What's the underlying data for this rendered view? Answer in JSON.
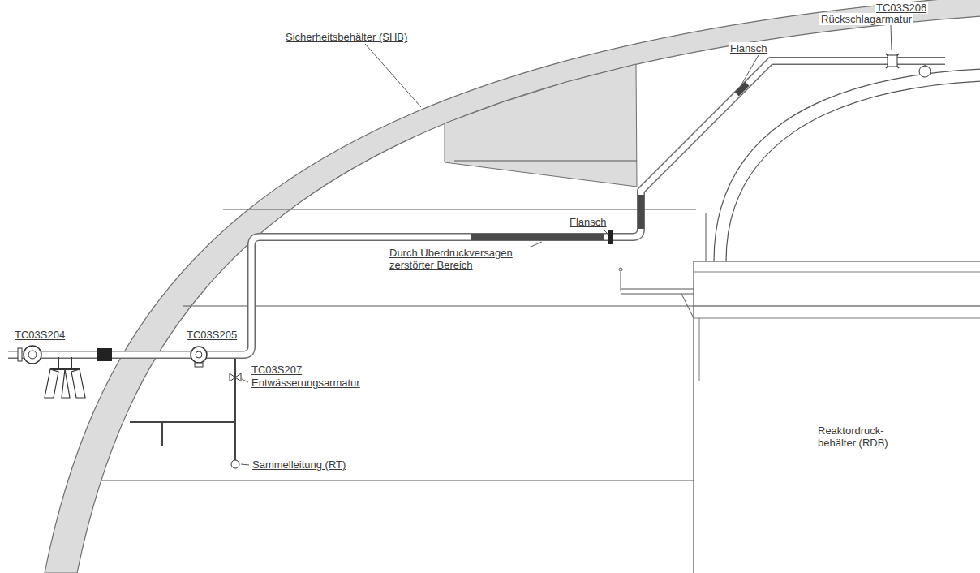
{
  "diagram": {
    "nodes": [
      {
        "text": [
          "Reaktordruck- behälter (RDB)"
        ]
      }
    ],
    "labels": [
      "Sicherheitsbehälter (SHB)",
      "TC03S206",
      "Rückschlagarmatur",
      "Flansch",
      "Flansch",
      "Durch Überdruckversagen zerstörter Bereich",
      "TC03S204",
      "TC03S205",
      "TC03S207",
      "Entwässerungsarmatur",
      "Sammelleitung (RT)"
    ]
  }
}
